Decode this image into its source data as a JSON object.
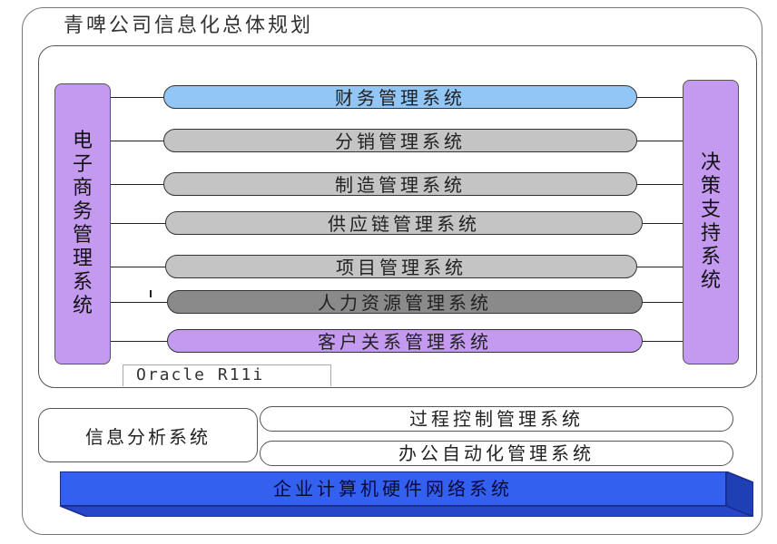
{
  "title": "青啤公司信息化总体规划",
  "left_bar": {
    "chars": [
      "电",
      "子",
      "商",
      "务",
      "管",
      "理",
      "系",
      "统"
    ]
  },
  "right_bar": {
    "chars": [
      "决",
      "策",
      "支",
      "持",
      "系",
      "统"
    ]
  },
  "systems": [
    "财务管理系统",
    "分销管理系统",
    "制造管理系统",
    "供应链管理系统",
    "项目管理系统",
    "人力资源管理系统",
    "客户关系管理系统"
  ],
  "oracle_label": "Oracle R11i",
  "info_system": "信息分析系统",
  "process_control": "过程控制管理系统",
  "office_automation": "办公自动化管理系统",
  "hardware_network": "企业计算机硬件网络系统",
  "colors": {
    "blue": "#92c6f6",
    "gray": "#c4c4c4",
    "dark_gray": "#8a8a8a",
    "purple": "#c49af0",
    "hardware_blue": "#3360ee"
  }
}
